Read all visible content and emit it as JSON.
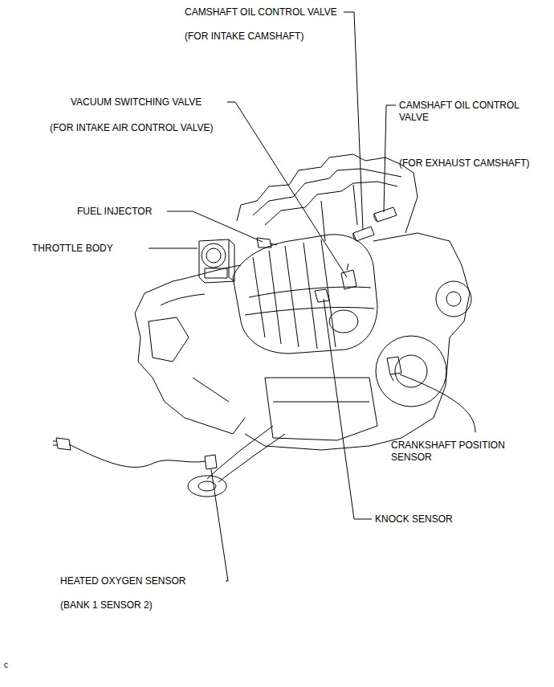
{
  "diagram": {
    "labels": [
      "CAMSHAFT OIL CONTROL VALVE",
      "(FOR INTAKE CAMSHAFT)",
      "VACUUM SWITCHING VALVE",
      "(FOR INTAKE AIR CONTROL VALVE)",
      "CAMSHAFT OIL CONTROL VALVE",
      "(FOR EXHAUST CAMSHAFT)",
      "FUEL INJECTOR",
      "THROTTLE BODY",
      "CRANKSHAFT POSITION SENSOR",
      "KNOCK SENSOR",
      "HEATED OXYGEN SENSOR",
      "(BANK 1 SENSOR 2)",
      "c"
    ]
  }
}
